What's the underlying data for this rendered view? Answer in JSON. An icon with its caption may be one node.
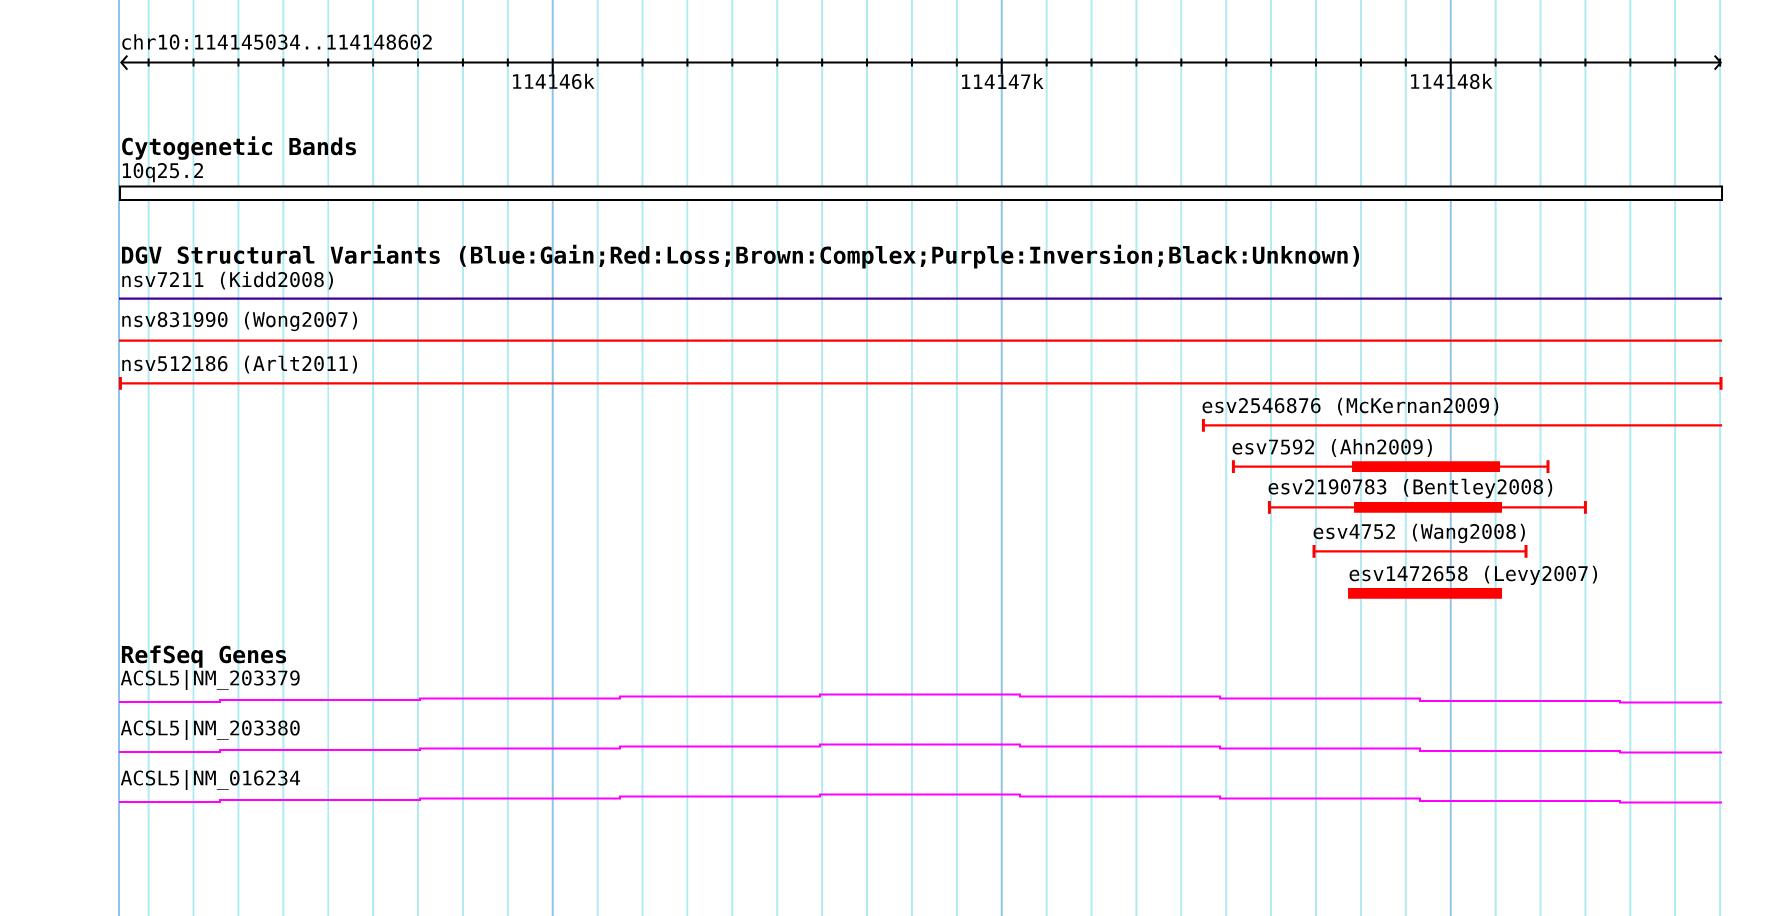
{
  "diagram": {
    "nodes": [
      {
        "text": [
          "10q25.2"
        ]
      },
      {
        "text": [
          "nsv7211 (Kidd2008)"
        ]
      },
      {
        "text": [
          "nsv831990 (Wong2007)"
        ]
      },
      {
        "text": [
          "nsv512186 (Arlt2011)"
        ]
      },
      {
        "text": [
          "esv2546876 (McKernan2009)"
        ]
      },
      {
        "text": [
          "esv7592 (Ahn2009)"
        ]
      },
      {
        "text": [
          "esv2190783 (Bentley2008)"
        ]
      },
      {
        "text": [
          "esv4752 (Wang2008)"
        ]
      },
      {
        "text": [
          "esv1472658 (Levy2007)"
        ]
      },
      {
        "text": [
          "ACSL5|NM_203379"
        ]
      },
      {
        "text": [
          "ACSL5|NM_203380"
        ]
      },
      {
        "text": [
          "ACSL5|NM_016234"
        ]
      }
    ],
    "labels": [
      "chr10:114145034..114148602",
      "114146k",
      "114147k",
      "114148k",
      "Cytogenetic Bands",
      "DGV Structural Variants (Blue:Gain;Red:Loss;Brown:Complex;Purple:Inversion;Black:Unknown)",
      "RefSeq Genes"
    ]
  }
}
